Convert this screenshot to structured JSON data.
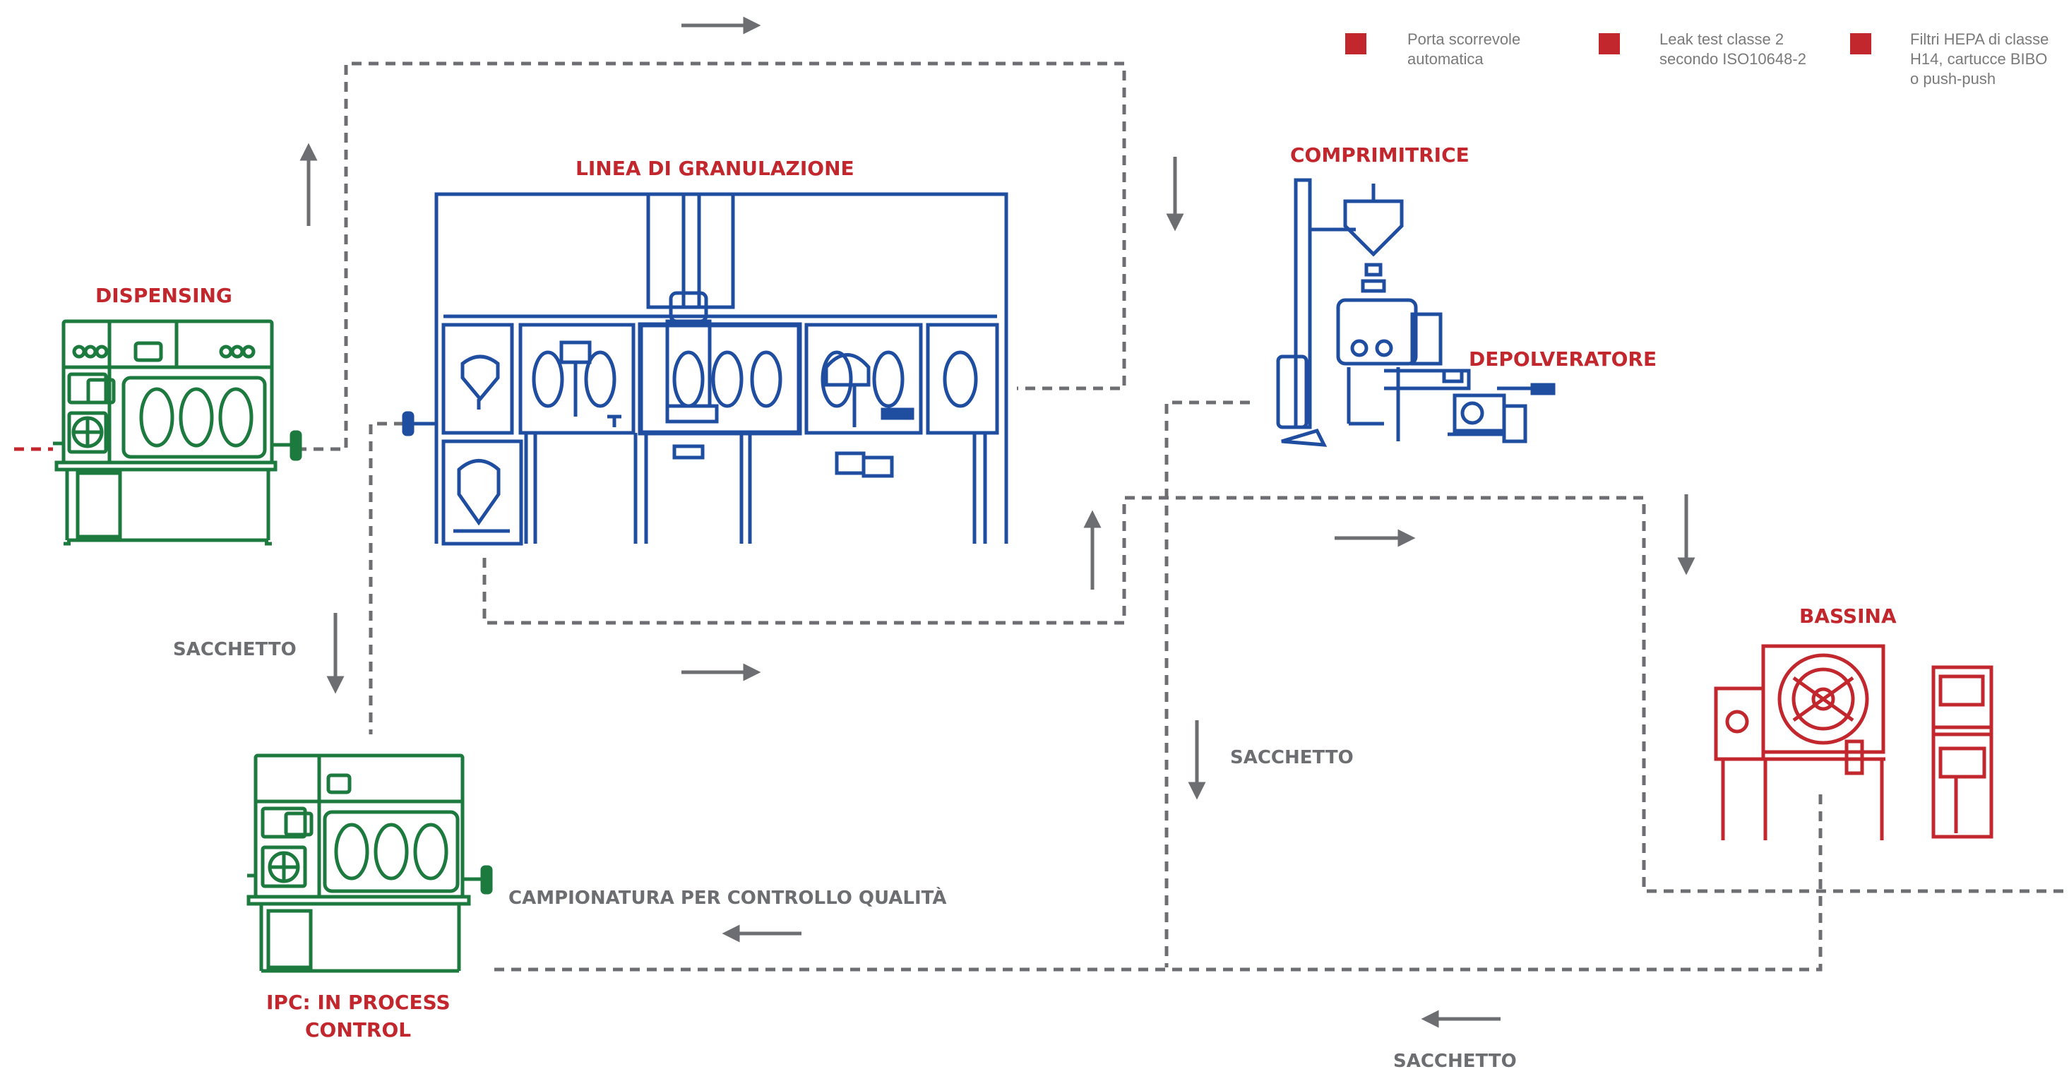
{
  "legend": [
    {
      "text": "Porta scorrevole\nautomatica",
      "color": "#c1272d"
    },
    {
      "text": "Leak test classe 2\nsecondo ISO10648-2",
      "color": "#c1272d"
    },
    {
      "text": "Filtri HEPA di classe\nH14, cartucce BIBO\no push-push",
      "color": "#c1272d"
    }
  ],
  "stations": {
    "dispensing": "DISPENSING",
    "granulation": "LINEA DI GRANULAZIONE",
    "tablet_press": "COMPRIMITRICE",
    "deduster": "DEPOLVERATORE",
    "coating_pan": "BASSINA",
    "ipc_line1": "IPC: IN PROCESS",
    "ipc_line2": "CONTROL"
  },
  "flow_labels": {
    "bag_left": "SACCHETTO",
    "bag_middle": "SACCHETTO",
    "bag_bottom": "SACCHETTO",
    "sampling": "CAMPIONATURA PER CONTROLLO QUALITÀ"
  },
  "colors": {
    "blue": "#1f4ea1",
    "green": "#1d7a3e",
    "red": "#c1272d",
    "gray": "#6d6e71"
  }
}
